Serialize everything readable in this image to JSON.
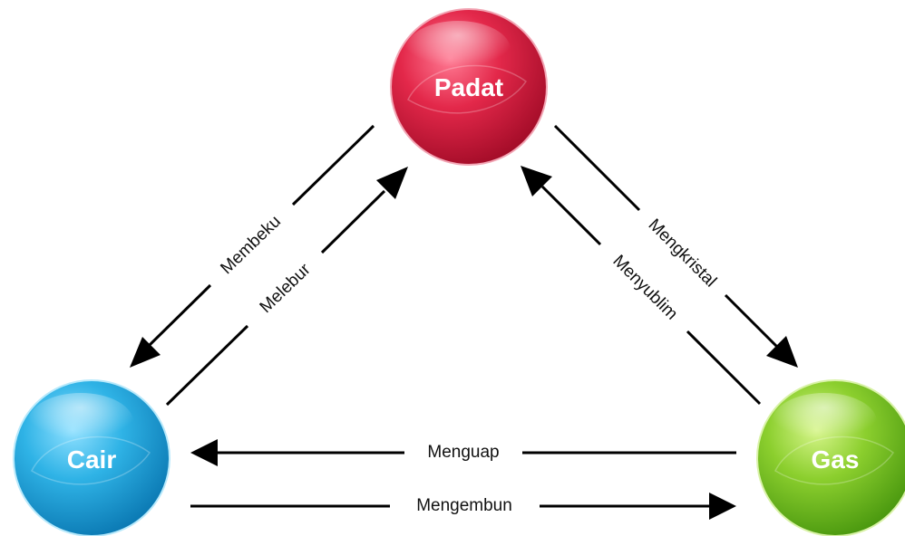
{
  "nodes": {
    "padat": {
      "label": "Padat",
      "color": "#d81b3c"
    },
    "cair": {
      "label": "Cair",
      "color": "#1ea8dd"
    },
    "gas": {
      "label": "Gas",
      "color": "#7cc22a"
    }
  },
  "transitions": {
    "membeku": {
      "label": "Membeku",
      "from": "Padat",
      "to": "Cair"
    },
    "melebur": {
      "label": "Melebur",
      "from": "Cair",
      "to": "Padat"
    },
    "mengkristal": {
      "label": "Mengkristal",
      "from": "Padat",
      "to": "Gas"
    },
    "menyublim": {
      "label": "Menyublim",
      "from": "Gas",
      "to": "Padat"
    },
    "menguap": {
      "label": "Menguap",
      "from": "Gas",
      "to": "Cair"
    },
    "mengembun": {
      "label": "Mengembun",
      "from": "Cair",
      "to": "Gas"
    }
  }
}
